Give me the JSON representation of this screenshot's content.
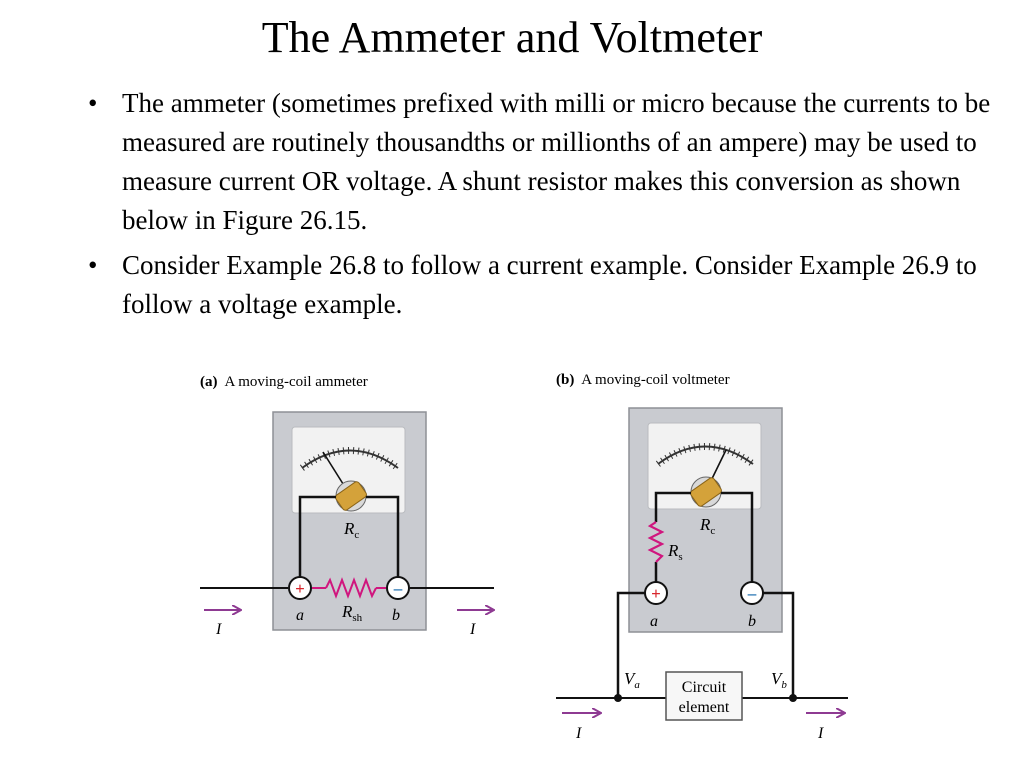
{
  "slide": {
    "title": "The Ammeter and Voltmeter",
    "bullet_symbol": "•",
    "bullets": [
      "The ammeter (sometimes prefixed with milli or micro because the currents to be measured are routinely thousandths or millionths of an ampere) may be used to measure current OR voltage. A shunt resistor makes this conversion as shown below in Figure 26.15.",
      "Consider Example 26.8 to follow a current example. Consider Example 26.9 to follow a voltage example."
    ]
  },
  "figure_a": {
    "label_letter": "(a)",
    "caption": "A moving-coil ammeter",
    "plus": "+",
    "minus": "–",
    "coil_R": "R",
    "coil_sub": "c",
    "shunt_R": "R",
    "shunt_sub": "sh",
    "terminal_a": "a",
    "terminal_b": "b",
    "current_left": "I",
    "current_right": "I"
  },
  "figure_b": {
    "label_letter": "(b)",
    "caption": "A moving-coil voltmeter",
    "plus": "+",
    "minus": "–",
    "coil_R": "R",
    "coil_sub": "c",
    "series_R": "R",
    "series_sub": "s",
    "terminal_a": "a",
    "terminal_b": "b",
    "va_V": "V",
    "va_sub": "a",
    "vb_V": "V",
    "vb_sub": "b",
    "circuit_line1": "Circuit",
    "circuit_line2": "element",
    "current_left": "I",
    "current_right": "I"
  },
  "colors": {
    "meter_body": "#c9cbd0",
    "meter_face": "#f2f2f2",
    "plus_red": "#d8262c",
    "minus_blue": "#1c6fb0",
    "resistor_magenta": "#d0167e",
    "arrow_purple": "#8e3a92",
    "coil_gold": "#d4a23a"
  }
}
